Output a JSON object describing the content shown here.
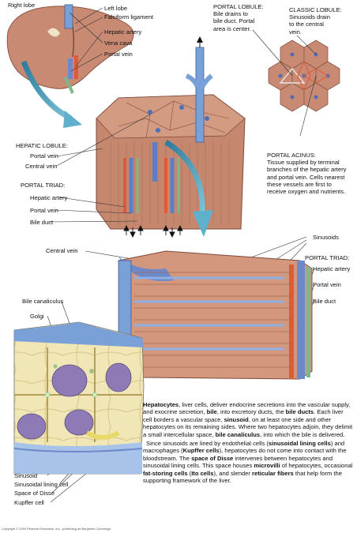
{
  "labels": {
    "right_lobe": "Right lobe",
    "left_lobe": "Left lobe",
    "falciform": "Falciform ligament",
    "hepatic_artery_top": "Hepatic artery",
    "vena_cava": "Vena cava",
    "portal_vein_top": "Portal vein",
    "hepatic_lobule": "HEPATIC LOBULE:",
    "portal_vein_lobule": "Portal vein",
    "central_vein_lobule": "Central vein",
    "portal_triad": "PORTAL TRIAD:",
    "hepatic_artery_triad": "Hepatic artery",
    "portal_vein_triad": "Portal vein",
    "bile_duct_triad": "Bile duct",
    "central_vein_mid": "Central vein",
    "sinusoids": "Sinusoids",
    "portal_triad_right": "PORTAL TRIAD:",
    "hepatic_artery_right": "Hepatic artery",
    "portal_vein_right": "Portal vein",
    "bile_duct_right": "Bile duct",
    "bile_canaliculus": "Bile canaliculus",
    "golgi": "Golgi",
    "sinusoid": "Sinusoid",
    "sinusoidal_lining_cell": "Sinusoidal lining cell",
    "space_of_disse": "Space of Disse",
    "kupffer_cell": "Kupffer cell"
  },
  "portal_lobule": {
    "title": "PORTAL LOBULE:",
    "line1": "Bile drains to",
    "line2": "bile duct. Portal",
    "line3": "area is center."
  },
  "classic_lobule": {
    "title": "CLASSIC LOBULE:",
    "line1": "Sinusoids drain",
    "line2": "to the central",
    "line3": "vein."
  },
  "portal_acinus": {
    "title": "PORTAL ACINUS:",
    "line1": "Tissue supplied by terminal",
    "line2": "branches of the hepatic artery",
    "line3": "and portal vein. Cells nearest",
    "line4": "these vessels are first to",
    "line5": "receive oxygen and nutrients."
  },
  "body": {
    "p1": [
      {
        "t": "Hepatocytes",
        "b": true
      },
      {
        "t": ", liver cells, deliver endocrine secretions into the vascular supply, and exocrine secretion, "
      },
      {
        "t": "bile",
        "b": true
      },
      {
        "t": ", into excretory ducts, the "
      },
      {
        "t": "bile ducts",
        "b": true
      },
      {
        "t": ". Each liver cell borders a vascular space, "
      },
      {
        "t": "sinusoid",
        "b": true
      },
      {
        "t": ", on at least one side and other hepatocytes on its remaining sides. Where two hepatocytes adjoin, they delimit a small intercellular space, "
      },
      {
        "t": "bile canaliculus",
        "b": true
      },
      {
        "t": ", into which the bile is delivered."
      }
    ],
    "p2": [
      {
        "t": "Since sinusoids are lined by endothelial cells ("
      },
      {
        "t": "sinusoidal lining cells",
        "b": true
      },
      {
        "t": ") and macrophages ("
      },
      {
        "t": "Kupffer cells",
        "b": true
      },
      {
        "t": "), hepatocytes do not come into contact with the bloodstream. The "
      },
      {
        "t": "space of Disse",
        "b": true
      },
      {
        "t": " intervenes between hepatocytes and sinusoidal lining cells. This space houses "
      },
      {
        "t": "microvilli",
        "b": true
      },
      {
        "t": " of hepatocytes, occasional "
      },
      {
        "t": "fat-storing cells",
        "b": true
      },
      {
        "t": " ("
      },
      {
        "t": "Ito cells",
        "b": true
      },
      {
        "t": "), and slender "
      },
      {
        "t": "reticular fibers",
        "b": true
      },
      {
        "t": " that help form the supporting framework of the liver."
      }
    ]
  },
  "copyright": "Copyright © 2004 Pearson Education, Inc., publishing as Benjamin Cummings",
  "colors": {
    "liver": "#c98a73",
    "lobule": "#c6876f",
    "vein_blue": "#5b7fc6",
    "artery_red": "#e05a3a",
    "bile_green": "#7cb98a",
    "cell_bg": "#f1e6b6",
    "nucleus": "#8e7bb5",
    "arrow_teal": "#3d8fb0"
  }
}
